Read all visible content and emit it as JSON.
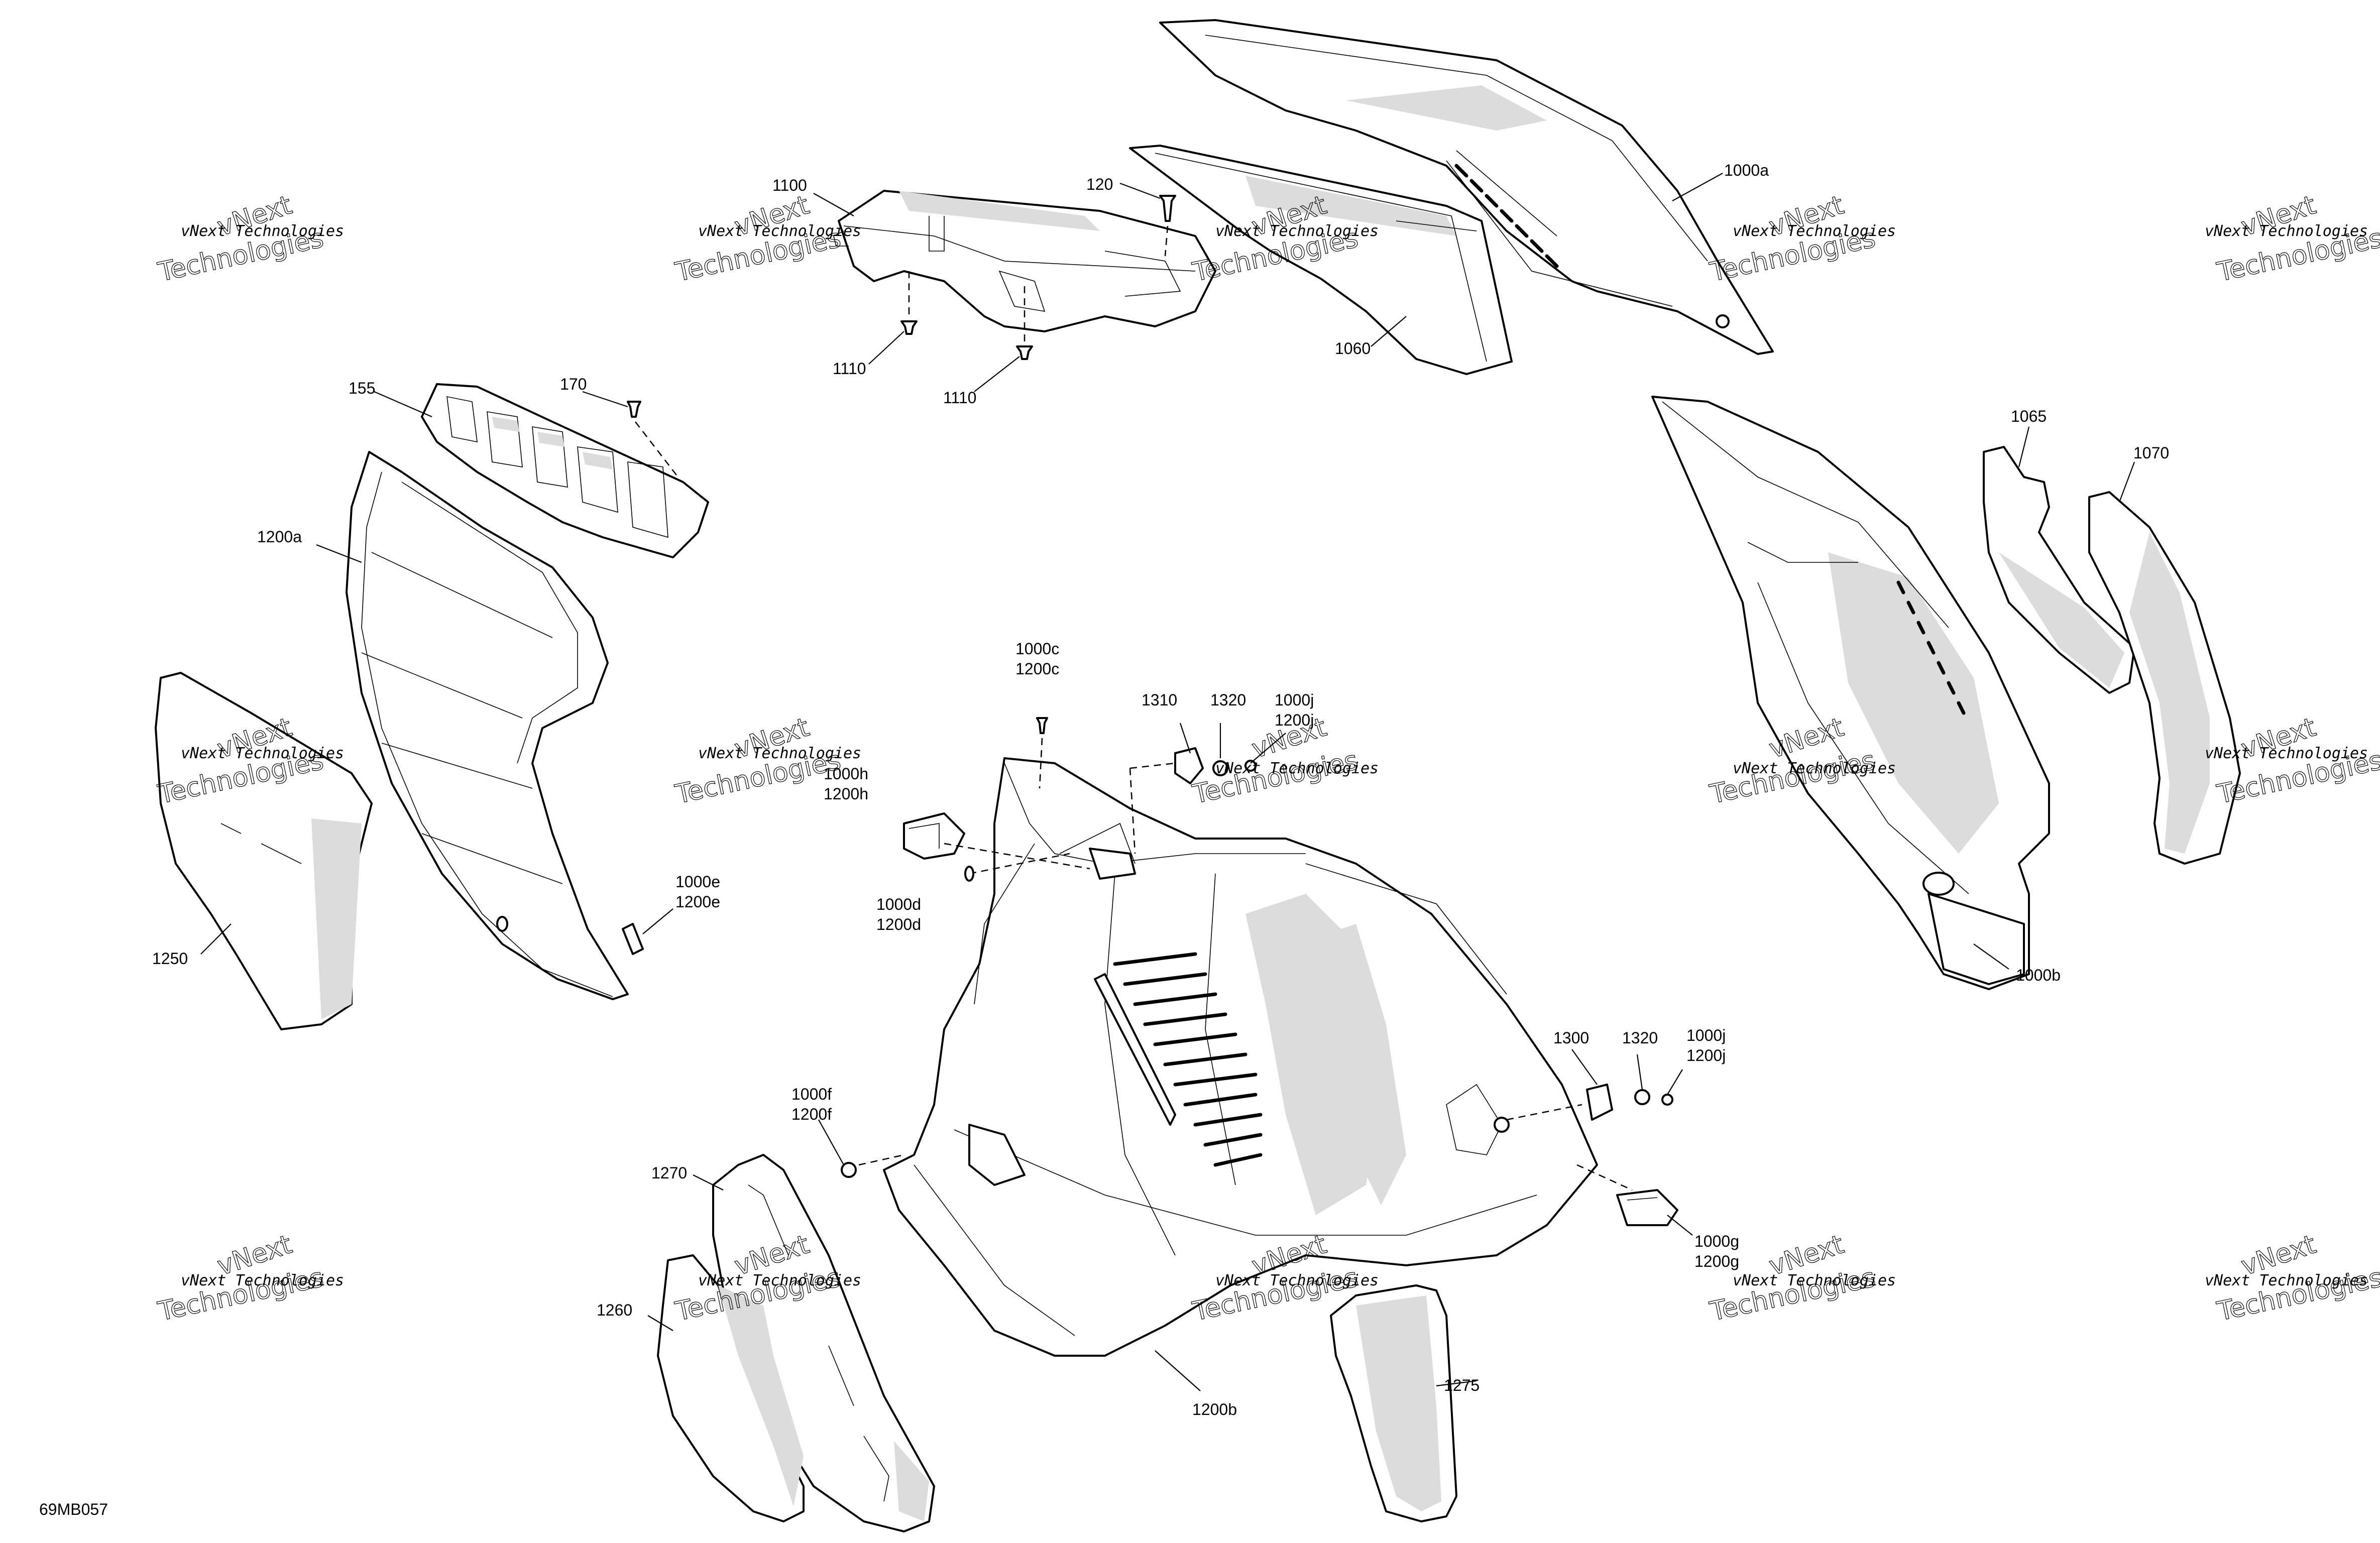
{
  "diagram_id": "69MB057",
  "watermark": {
    "line1": "vNext Technologies",
    "line2": "vNext",
    "line3": "Technologies"
  },
  "callouts": {
    "c1100": "1100",
    "c120": "120",
    "c1000a": "1000a",
    "c1060": "1060",
    "c1110a": "1110",
    "c1110b": "1110",
    "c155": "155",
    "c170": "170",
    "c1200a": "1200a",
    "c1065": "1065",
    "c1070": "1070",
    "c1000c": "1000c",
    "c1200c": "1200c",
    "c1310": "1310",
    "c1320a": "1320",
    "c1000j_a": "1000j",
    "c1200j_a": "1200j",
    "c1000h": "1000h",
    "c1200h": "1200h",
    "c1000d": "1000d",
    "c1200d": "1200d",
    "c1000e": "1000e",
    "c1200e": "1200e",
    "c1250": "1250",
    "c1000b": "1000b",
    "c1300": "1300",
    "c1320b": "1320",
    "c1000j_b": "1000j",
    "c1200j_b": "1200j",
    "c1000f": "1000f",
    "c1200f": "1200f",
    "c1270": "1270",
    "c1000g": "1000g",
    "c1200g": "1200g",
    "c1260": "1260",
    "c1275": "1275",
    "c1200b": "1200b"
  }
}
